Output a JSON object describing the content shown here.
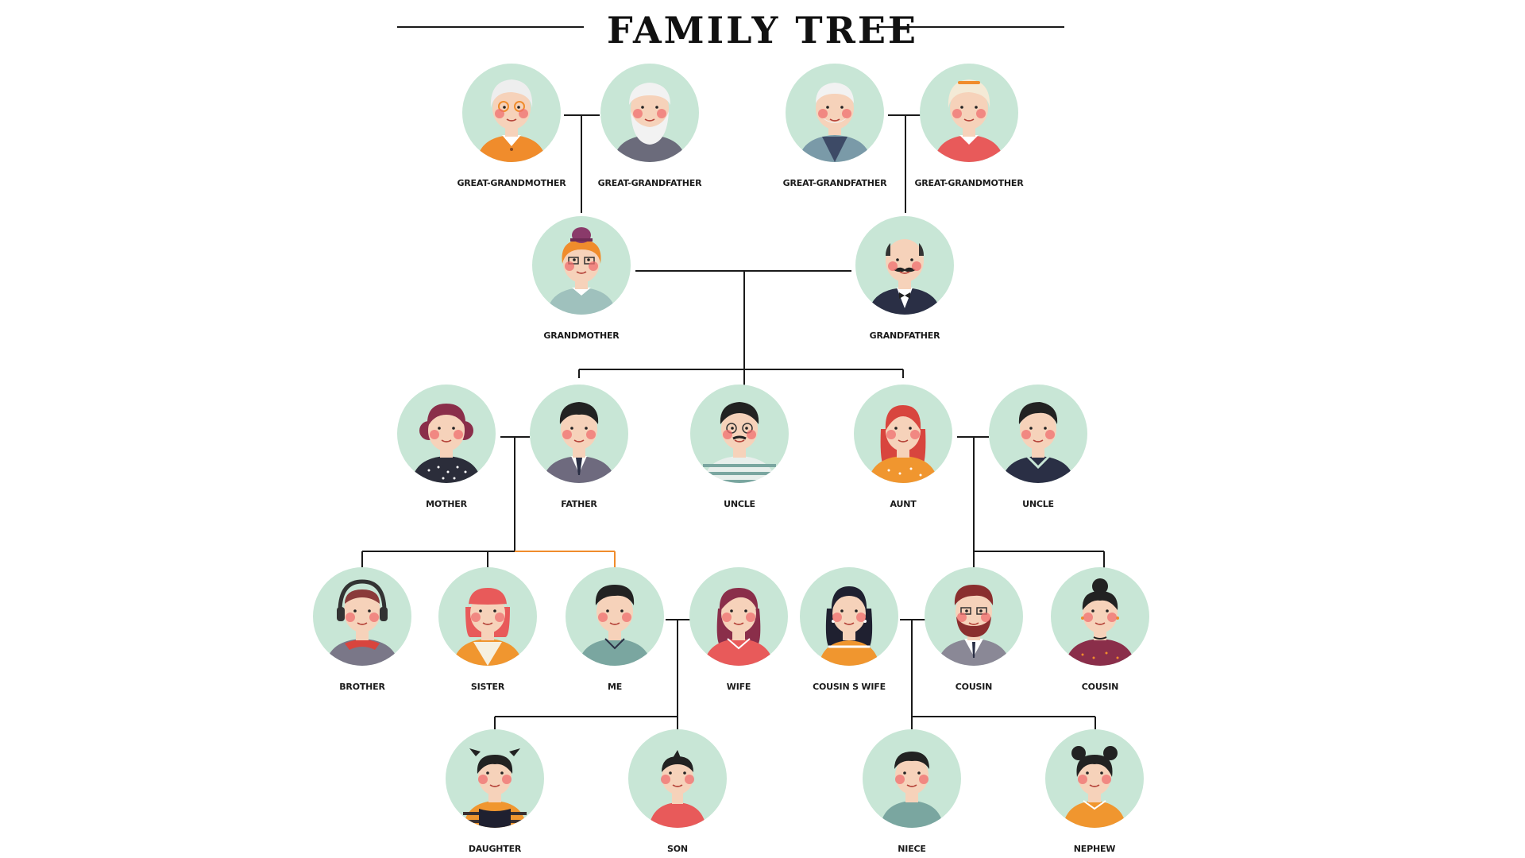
{
  "title": "FAMILY TREE",
  "colors": {
    "avatar_bg": "#c8e6d6",
    "skin": "#f6d2ba",
    "cheek": "#ef6f6f",
    "line": "#1a1a1a",
    "accent_line": "#f08c2c"
  },
  "members": {
    "great_grandmother_1": "GREAT-GRANDMOTHER",
    "great_grandfather_1": "GREAT-GRANDFATHER",
    "great_grandfather_2": "GREAT-GRANDFATHER",
    "great_grandmother_2": "GREAT-GRANDMOTHER",
    "grandmother": "GRANDMOTHER",
    "grandfather": "GRANDFATHER",
    "mother": "MOTHER",
    "father": "FATHER",
    "uncle_1": "UNCLE",
    "aunt": "AUNT",
    "uncle_2": "UNCLE",
    "brother": "BROTHER",
    "sister": "SISTER",
    "me": "ME",
    "wife": "WIFE",
    "cousins_wife": "COUSIN S WIFE",
    "cousin_1": "COUSIN",
    "cousin_2": "COUSIN",
    "daughter": "DAUGHTER",
    "son": "SON",
    "niece": "NIECE",
    "nephew": "NEPHEW"
  }
}
